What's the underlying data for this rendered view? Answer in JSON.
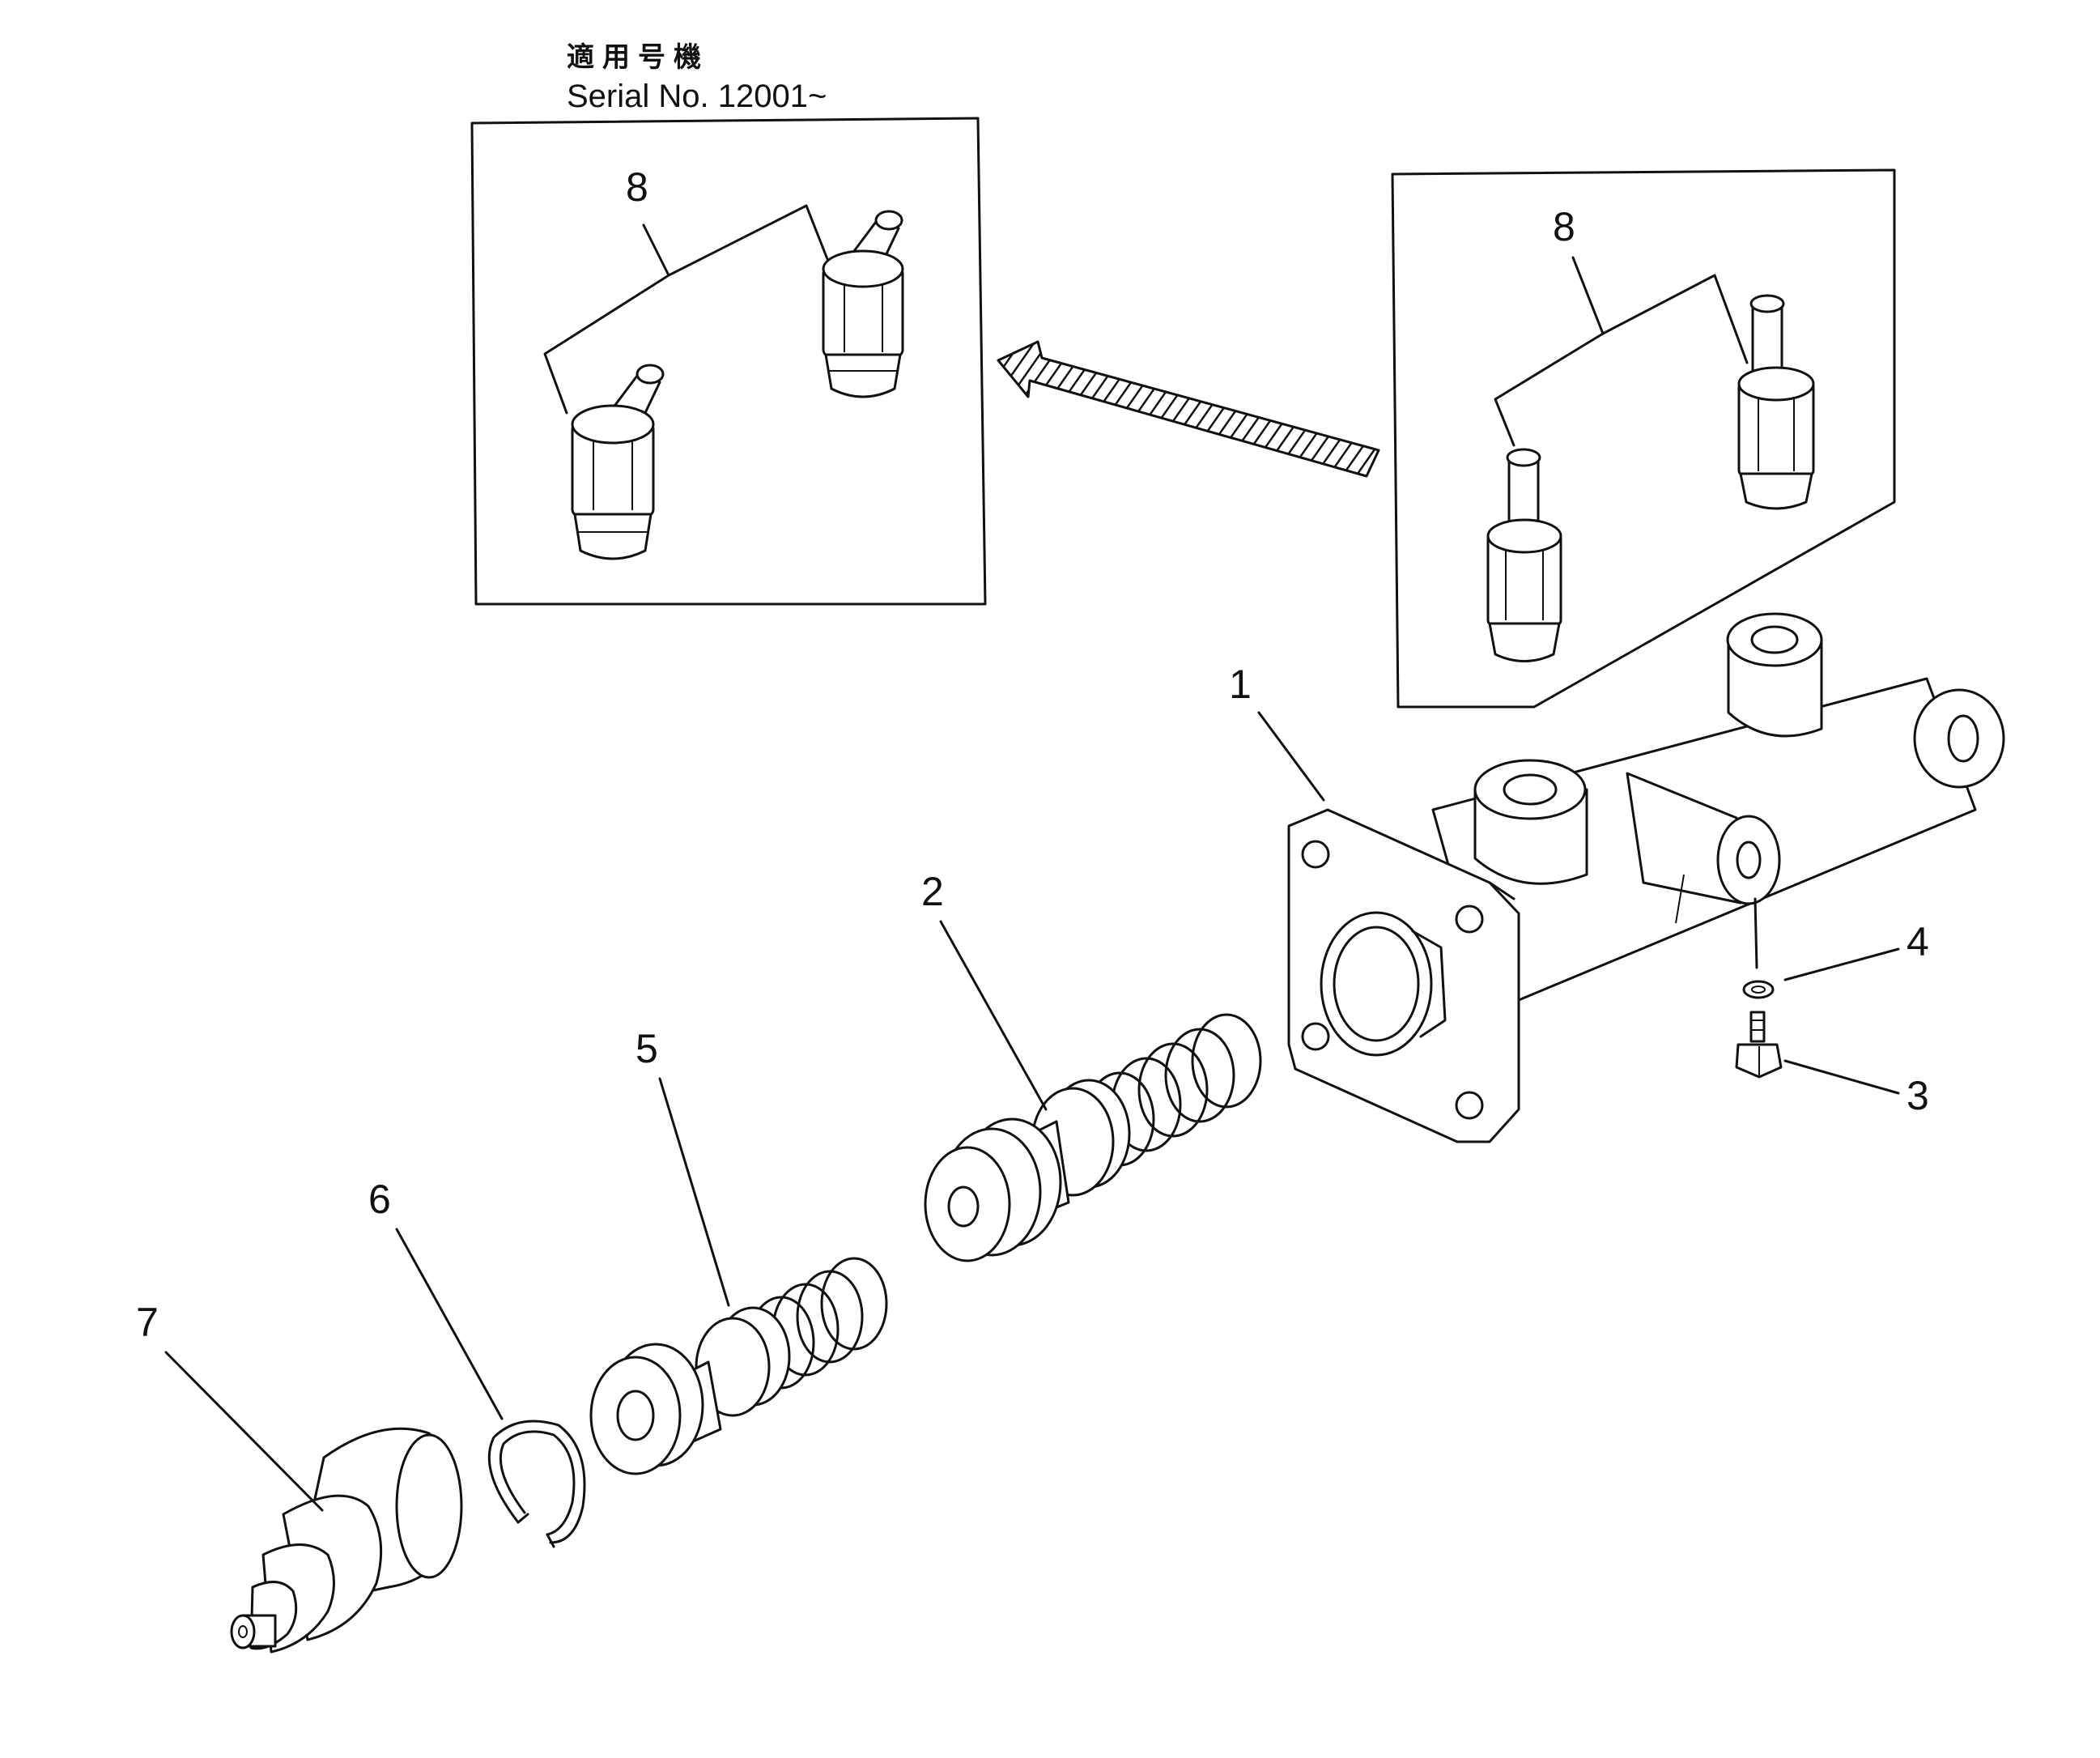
{
  "inset_label": {
    "jp": "適用号機",
    "serial": "Serial No. 12001~"
  },
  "callouts": {
    "p1": "1",
    "p2": "2",
    "p3": "3",
    "p4": "4",
    "p5": "5",
    "p6": "6",
    "p7": "7",
    "p8_left": "8",
    "p8_right": "8"
  }
}
